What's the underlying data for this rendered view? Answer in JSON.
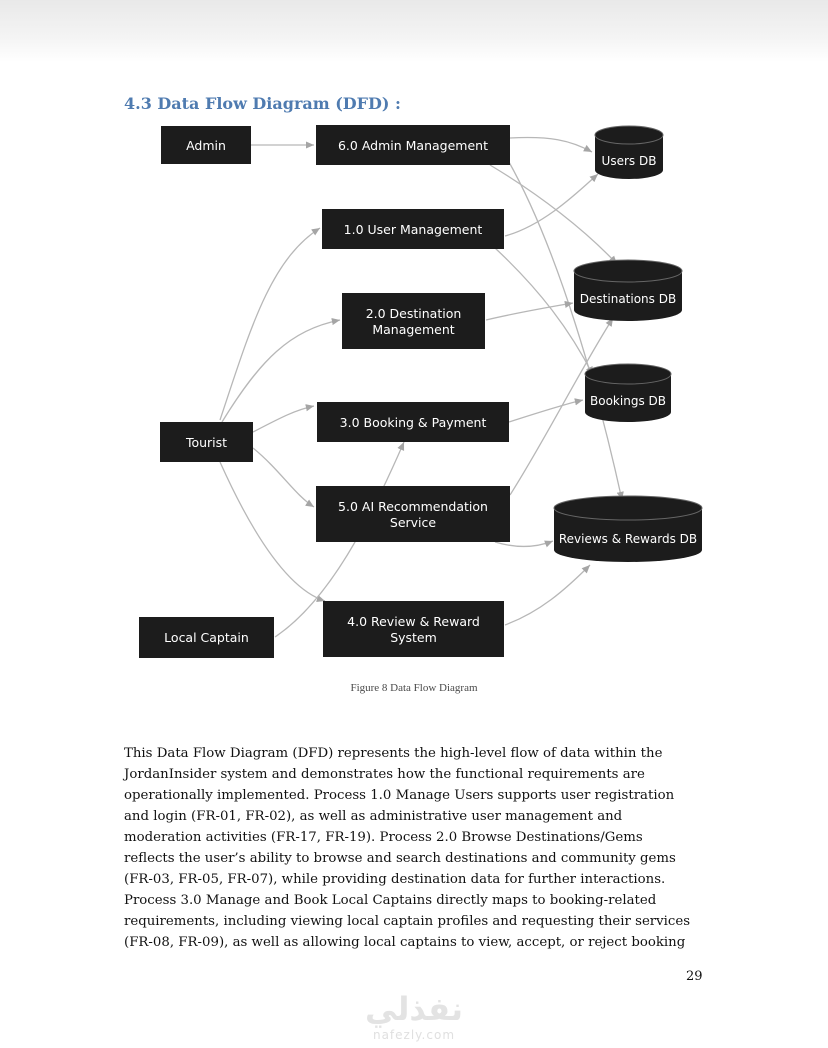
{
  "heading": "4.3 Data Flow Diagram (DFD) :",
  "diagram": {
    "entities": {
      "admin": "Admin",
      "tourist": "Tourist",
      "local_captain": "Local Captain"
    },
    "processes": {
      "p6": [
        "6.0 Admin Management"
      ],
      "p1": [
        "1.0 User Management"
      ],
      "p2": [
        "2.0 Destination",
        "Management"
      ],
      "p3": [
        "3.0 Booking & Payment"
      ],
      "p5": [
        "5.0 AI Recommendation",
        "Service"
      ],
      "p4": [
        "4.0 Review & Reward",
        "System"
      ]
    },
    "datastores": {
      "users": "Users DB",
      "destinations": "Destinations DB",
      "bookings": "Bookings DB",
      "reviews": "Reviews & Rewards DB"
    }
  },
  "caption": "Figure 8 Data Flow Diagram",
  "body_lines": [
    "This Data Flow Diagram (DFD) represents the high-level flow of data within the",
    "JordanInsider system and demonstrates how the functional requirements are",
    "operationally implemented. Process 1.0 Manage Users supports user registration",
    "and login (FR-01, FR-02), as well as administrative user management and",
    "moderation activities (FR-17, FR-19). Process 2.0 Browse Destinations/Gems",
    "reflects the user’s ability to browse and search destinations and community gems",
    "(FR-03, FR-05, FR-07), while providing destination data for further interactions.",
    "Process 3.0 Manage and Book Local Captains directly maps to booking-related",
    "requirements, including viewing local captain profiles and requesting their services",
    "(FR-08, FR-09), as well as allowing local captains to view, accept, or reject booking"
  ],
  "page_number": "29",
  "watermark": {
    "arabic": "نفذلي",
    "url": "nafezly.com"
  }
}
